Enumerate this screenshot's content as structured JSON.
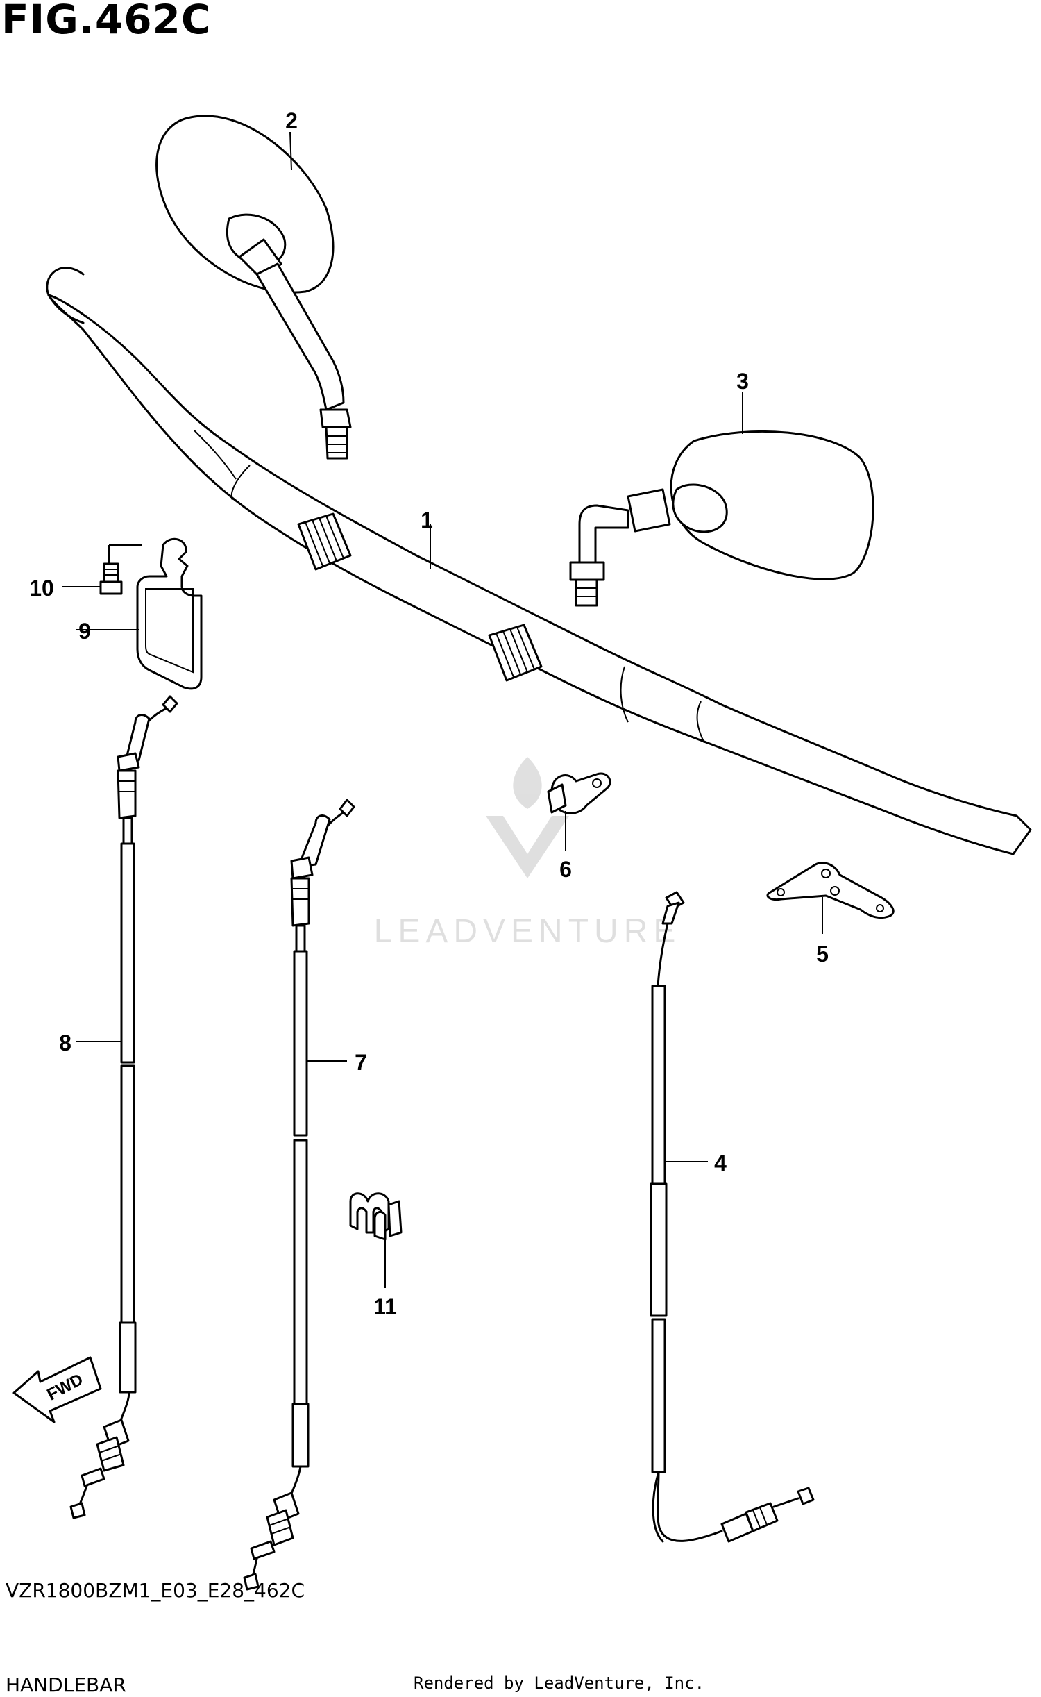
{
  "figure": {
    "title": "FIG.462C"
  },
  "footer": {
    "diagram_code": "VZR1800BZM1_E03_E28_462C",
    "section_name": "HANDLEBAR",
    "rendered_by": "Rendered by LeadVenture, Inc."
  },
  "watermark": {
    "text": "LEADVENTURE",
    "icon": "leadventure-logo-icon"
  },
  "direction_arrow": {
    "label": "FWD",
    "icon": "fwd-arrow-icon"
  },
  "callouts": {
    "c1": "1",
    "c2": "2",
    "c3": "3",
    "c4": "4",
    "c5": "5",
    "c6": "6",
    "c7": "7",
    "c8": "8",
    "c9": "9",
    "c10": "10",
    "c11": "11"
  },
  "parts": [
    {
      "ref": "1",
      "icon": "handlebar-icon"
    },
    {
      "ref": "2",
      "icon": "mirror-left-icon"
    },
    {
      "ref": "3",
      "icon": "mirror-right-icon"
    },
    {
      "ref": "4",
      "icon": "cable-icon"
    },
    {
      "ref": "5",
      "icon": "bracket-plate-icon"
    },
    {
      "ref": "6",
      "icon": "cable-clamp-icon"
    },
    {
      "ref": "7",
      "icon": "throttle-cable-icon"
    },
    {
      "ref": "8",
      "icon": "throttle-cable-icon"
    },
    {
      "ref": "9",
      "icon": "cable-guide-icon"
    },
    {
      "ref": "10",
      "icon": "bolt-icon"
    },
    {
      "ref": "11",
      "icon": "clip-icon"
    }
  ]
}
